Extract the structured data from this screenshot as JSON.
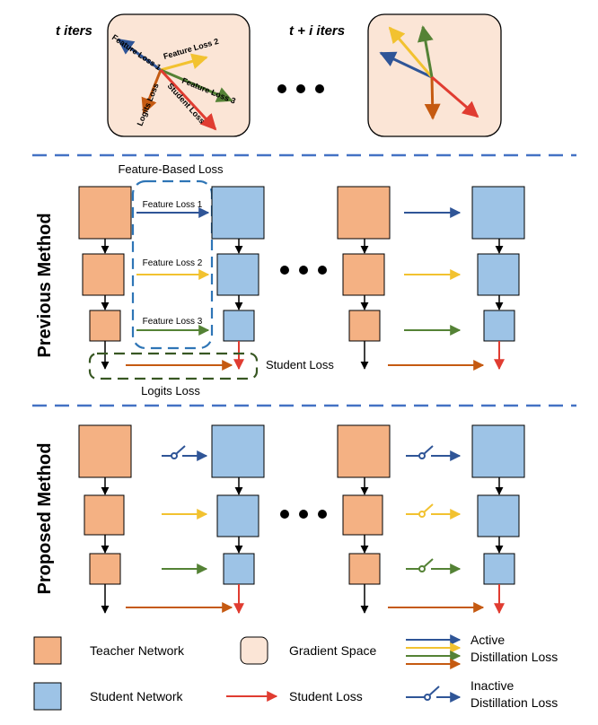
{
  "colors": {
    "teacher_fill": "#F4B183",
    "student_fill": "#9DC3E6",
    "gradient_fill": "#FBE5D6",
    "feature1": "#2F5597",
    "feature2": "#F2C230",
    "feature3": "#548235",
    "logits": "#C55A11",
    "student_loss": "#E03C31",
    "separator": "#4472C4",
    "feature_box_border": "#2E75B6",
    "logits_box_border": "#385723"
  },
  "top": {
    "left_title": "t iters",
    "right_title": "t + i iters",
    "vector_labels": {
      "feature1": "Feature Loss 1",
      "feature2": "Feature Loss 2",
      "feature3": "Feature Loss 3",
      "logits": "Logits Loss",
      "student": "Student Loss"
    }
  },
  "previous": {
    "row_label": "Previous Method",
    "feature_box_title": "Feature-Based Loss",
    "arrow_labels": [
      "Feature Loss 1",
      "Feature Loss 2",
      "Feature Loss 3"
    ],
    "student_loss_label": "Student Loss",
    "logits_loss_label": "Logits Loss"
  },
  "proposed": {
    "row_label": "Proposed Method"
  },
  "legend": {
    "teacher": "Teacher Network",
    "student": "Student Network",
    "gradient": "Gradient Space",
    "student_loss": "Student Loss",
    "active_line1": "Active",
    "active_line2": "Distillation Loss",
    "inactive_line1": "Inactive",
    "inactive_line2": "Distillation Loss"
  }
}
